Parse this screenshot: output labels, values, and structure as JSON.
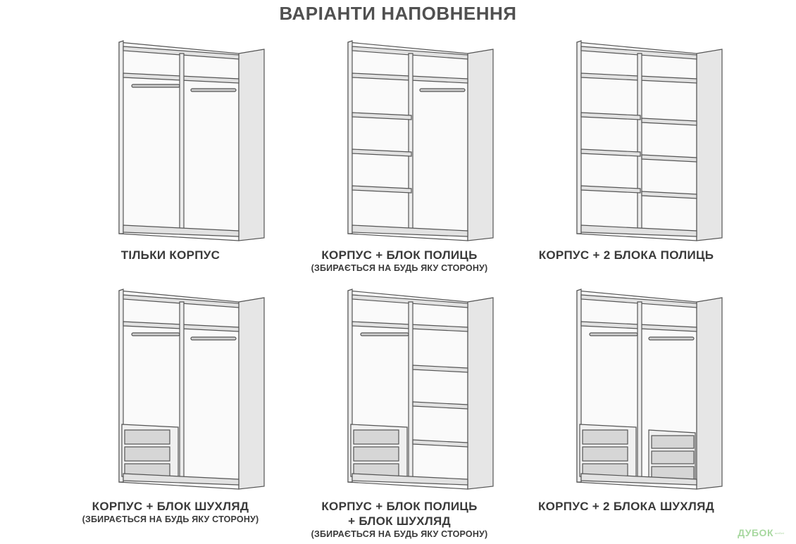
{
  "title": "ВАРІАНТИ НАПОВНЕННЯ",
  "options": [
    {
      "name": "ТІЛЬКИ КОРПУС",
      "note": ""
    },
    {
      "name": "КОРПУС + БЛОК ПОЛИЦЬ",
      "note": "(ЗБИРАЄТЬСЯ НА БУДЬ ЯКУ СТОРОНУ)"
    },
    {
      "name": "КОРПУС + 2 БЛОКА ПОЛИЦЬ",
      "note": ""
    },
    {
      "name": "КОРПУС + БЛОК ШУХЛЯД",
      "note": "(ЗБИРАЄТЬСЯ НА БУДЬ ЯКУ СТОРОНУ)"
    },
    {
      "name_line1": "КОРПУС + БЛОК ПОЛИЦЬ",
      "name_line2": "+ БЛОК ШУХЛЯД",
      "note": "(ЗБИРАЄТЬСЯ НА БУДЬ ЯКУ СТОРОНУ)"
    },
    {
      "name": "КОРПУС + 2 БЛОКА ШУХЛЯД",
      "note": ""
    }
  ],
  "logo": {
    "text": "ДУБОК",
    "tagline": "меблі"
  },
  "colors": {
    "panel": "#ffffff",
    "edge": "#555555",
    "shade": "#d9d9d9",
    "rail": "#cfcfcf",
    "logo": "#a8d8a0"
  }
}
